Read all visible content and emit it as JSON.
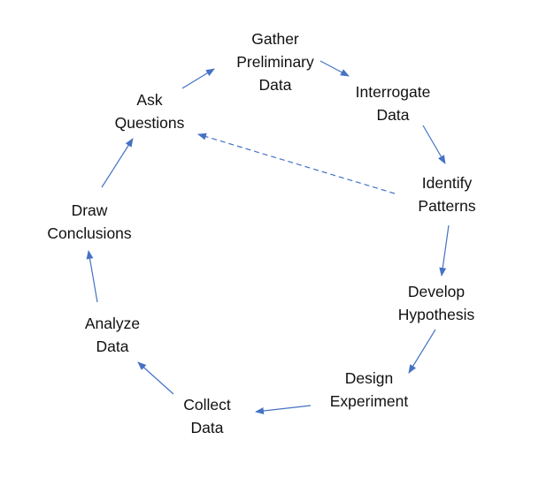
{
  "diagram": {
    "type": "cycle",
    "arrow_color": "#4472c4",
    "nodes": {
      "gather": {
        "lines": [
          "Gather",
          "Preliminary",
          "Data"
        ]
      },
      "interrogate": {
        "lines": [
          "Interrogate",
          "Data"
        ]
      },
      "identify": {
        "lines": [
          "Identify",
          "Patterns"
        ]
      },
      "develop": {
        "lines": [
          "Develop",
          "Hypothesis"
        ]
      },
      "design": {
        "lines": [
          "Design",
          "Experiment"
        ]
      },
      "collect": {
        "lines": [
          "Collect",
          "Data"
        ]
      },
      "analyze": {
        "lines": [
          "Analyze",
          "Data"
        ]
      },
      "draw": {
        "lines": [
          "Draw",
          "Conclusions"
        ]
      },
      "ask": {
        "lines": [
          "Ask",
          "Questions"
        ]
      }
    },
    "edges": [
      {
        "from": "gather",
        "to": "interrogate",
        "style": "solid"
      },
      {
        "from": "interrogate",
        "to": "identify",
        "style": "solid"
      },
      {
        "from": "identify",
        "to": "develop",
        "style": "solid"
      },
      {
        "from": "develop",
        "to": "design",
        "style": "solid"
      },
      {
        "from": "design",
        "to": "collect",
        "style": "solid"
      },
      {
        "from": "collect",
        "to": "analyze",
        "style": "solid"
      },
      {
        "from": "analyze",
        "to": "draw",
        "style": "solid"
      },
      {
        "from": "draw",
        "to": "ask",
        "style": "solid"
      },
      {
        "from": "ask",
        "to": "gather",
        "style": "solid"
      },
      {
        "from": "identify",
        "to": "ask",
        "style": "dashed"
      }
    ]
  }
}
